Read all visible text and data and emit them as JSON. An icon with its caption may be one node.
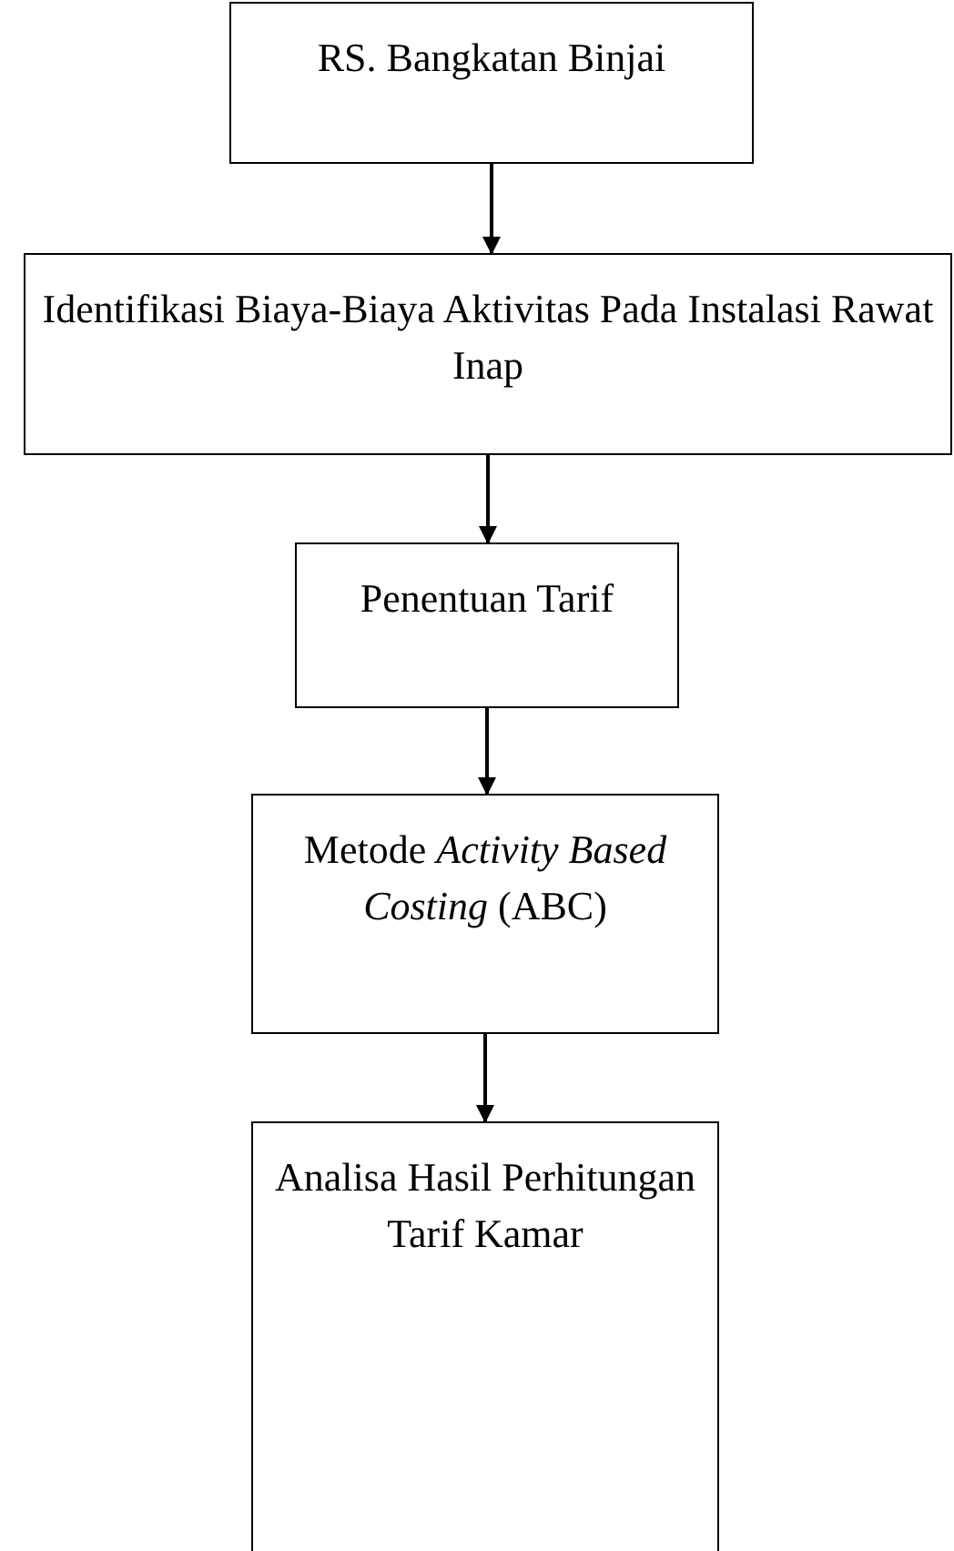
{
  "diagram": {
    "nodes": [
      {
        "text": [
          "RS. Bangkatan Binjai"
        ]
      },
      {
        "text": [
          "Identifikasi Biaya-Biaya Aktivitas Pada Instalasi Rawat Inap"
        ]
      },
      {
        "text": [
          "Penentuan Tarif"
        ]
      },
      {
        "text": [
          "Metode *Activity Based Costing* (ABC)"
        ]
      },
      {
        "text": [
          "Analisa Hasil Perhitungan Tarif Kamar"
        ]
      }
    ],
    "edges": [
      {
        "from": 0,
        "to": 1,
        "arrow": "to"
      },
      {
        "from": 1,
        "to": 2,
        "arrow": "to"
      },
      {
        "from": 2,
        "to": 3,
        "arrow": "to"
      },
      {
        "from": 3,
        "to": 4,
        "arrow": "to"
      }
    ]
  }
}
